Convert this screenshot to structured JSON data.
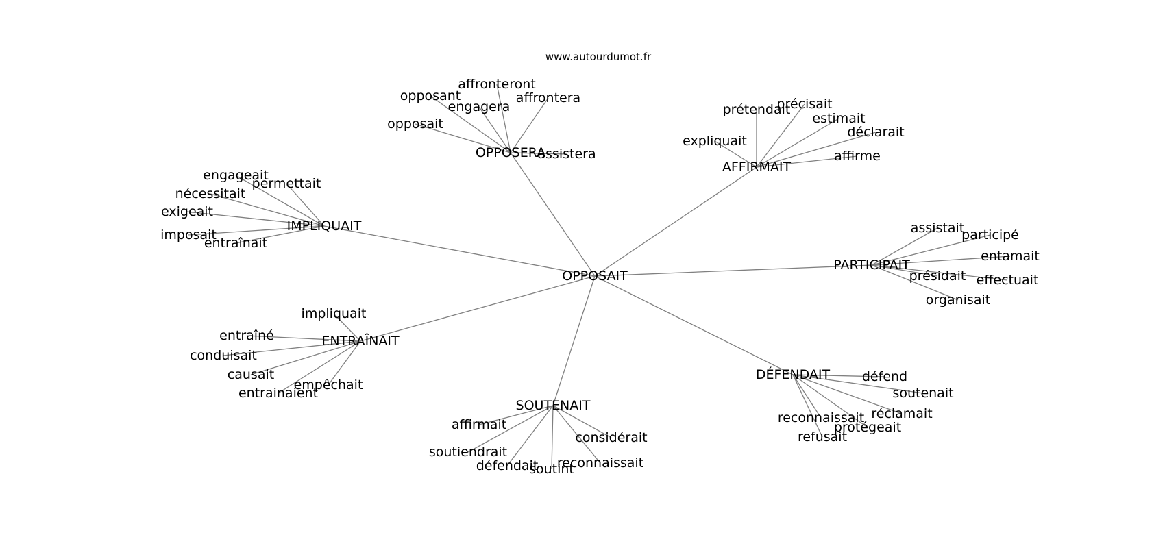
{
  "site": "www.autourdumot.fr",
  "colors": {
    "edge": "#808080",
    "text": "#000000",
    "background": "#ffffff"
  },
  "center": "OPPOSAIT",
  "groups": [
    {
      "word": "OPPOSERA",
      "words": [
        "affronteront",
        "opposant",
        "engagera",
        "affrontera",
        "opposait",
        "assistera"
      ]
    },
    {
      "word": "AFFIRMAIT",
      "words": [
        "prétendait",
        "précisait",
        "estimait",
        "déclarait",
        "expliquait",
        "affirme"
      ]
    },
    {
      "word": "IMPLIQUAIT",
      "words": [
        "engageait",
        "permettait",
        "nécessitait",
        "exigeait",
        "imposait",
        "entraînait"
      ]
    },
    {
      "word": "PARTICIPAIT",
      "words": [
        "assistait",
        "participé",
        "entamait",
        "présidait",
        "effectuait",
        "organisait"
      ]
    },
    {
      "word": "ENTRAÎNAIT",
      "words": [
        "impliquait",
        "entraîné",
        "conduisait",
        "causait",
        "empêchait",
        "entrainaient"
      ]
    },
    {
      "word": "DÉFENDAIT",
      "words": [
        "défend",
        "soutenait",
        "réclamait",
        "reconnaissait",
        "protégeait",
        "refusait"
      ]
    },
    {
      "word": "SOUTENAIT",
      "words": [
        "affirmait",
        "considérait",
        "soutiendrait",
        "reconnaissait",
        "défendait",
        "soutint"
      ]
    }
  ]
}
